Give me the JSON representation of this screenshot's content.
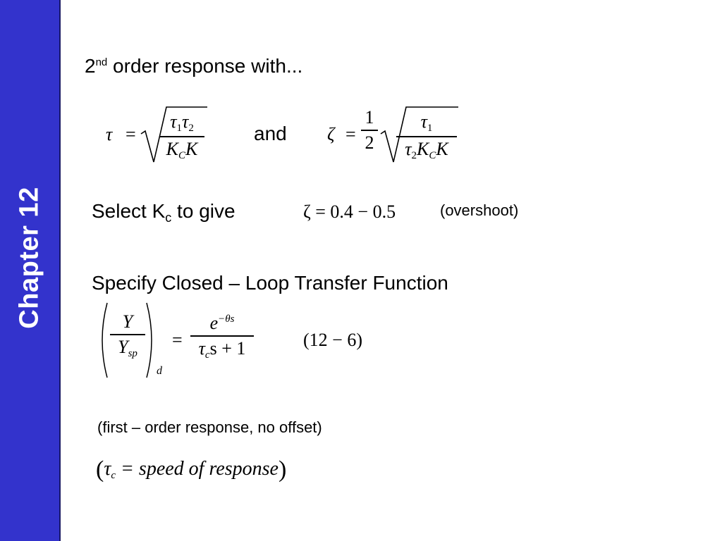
{
  "sidebar": {
    "label": "Chapter 12",
    "color": "#3333cc"
  },
  "heading": {
    "prefix": "2",
    "superscript": "nd",
    "rest": " order response with..."
  },
  "eq_tau": {
    "lhs": "τ",
    "equals": "=",
    "num": "τ1τ2",
    "num_tau_a": "τ",
    "num_sub_a": "1",
    "num_tau_b": "τ",
    "num_sub_b": "2",
    "den_k": "K",
    "den_sub": "C",
    "den_k2": "K"
  },
  "connector": "and",
  "eq_zeta": {
    "lhs": "ζ",
    "equals": "=",
    "half_num": "1",
    "half_den": "2",
    "rad_num_tau": "τ",
    "rad_num_sub": "1",
    "rad_den_tau": "τ",
    "rad_den_sub": "2",
    "rad_den_k": "K",
    "rad_den_ksub": "C",
    "rad_den_k2": "K"
  },
  "select_line": {
    "text_a": "Select  K",
    "sub": "c",
    "text_b": "  to give",
    "equation": "ζ = 0.4 − 0.5",
    "note": "(overshoot)"
  },
  "specify_line": "Specify Closed – Loop Transfer Function",
  "eq_cltf": {
    "num_y": "Y",
    "den_y": "Y",
    "den_sub": "sp",
    "outer_sub": "d",
    "equals": "=",
    "rhs_num_e": "e",
    "rhs_num_exp": "−θs",
    "rhs_den_tau": "τ",
    "rhs_den_sub": "c",
    "rhs_den_rest": "s + 1",
    "eq_number": "(12 − 6)"
  },
  "first_order_note": "(first – order response, no offset)",
  "speed_note": {
    "tau": "τ",
    "sub": "c",
    "rest": " = speed of  response"
  }
}
